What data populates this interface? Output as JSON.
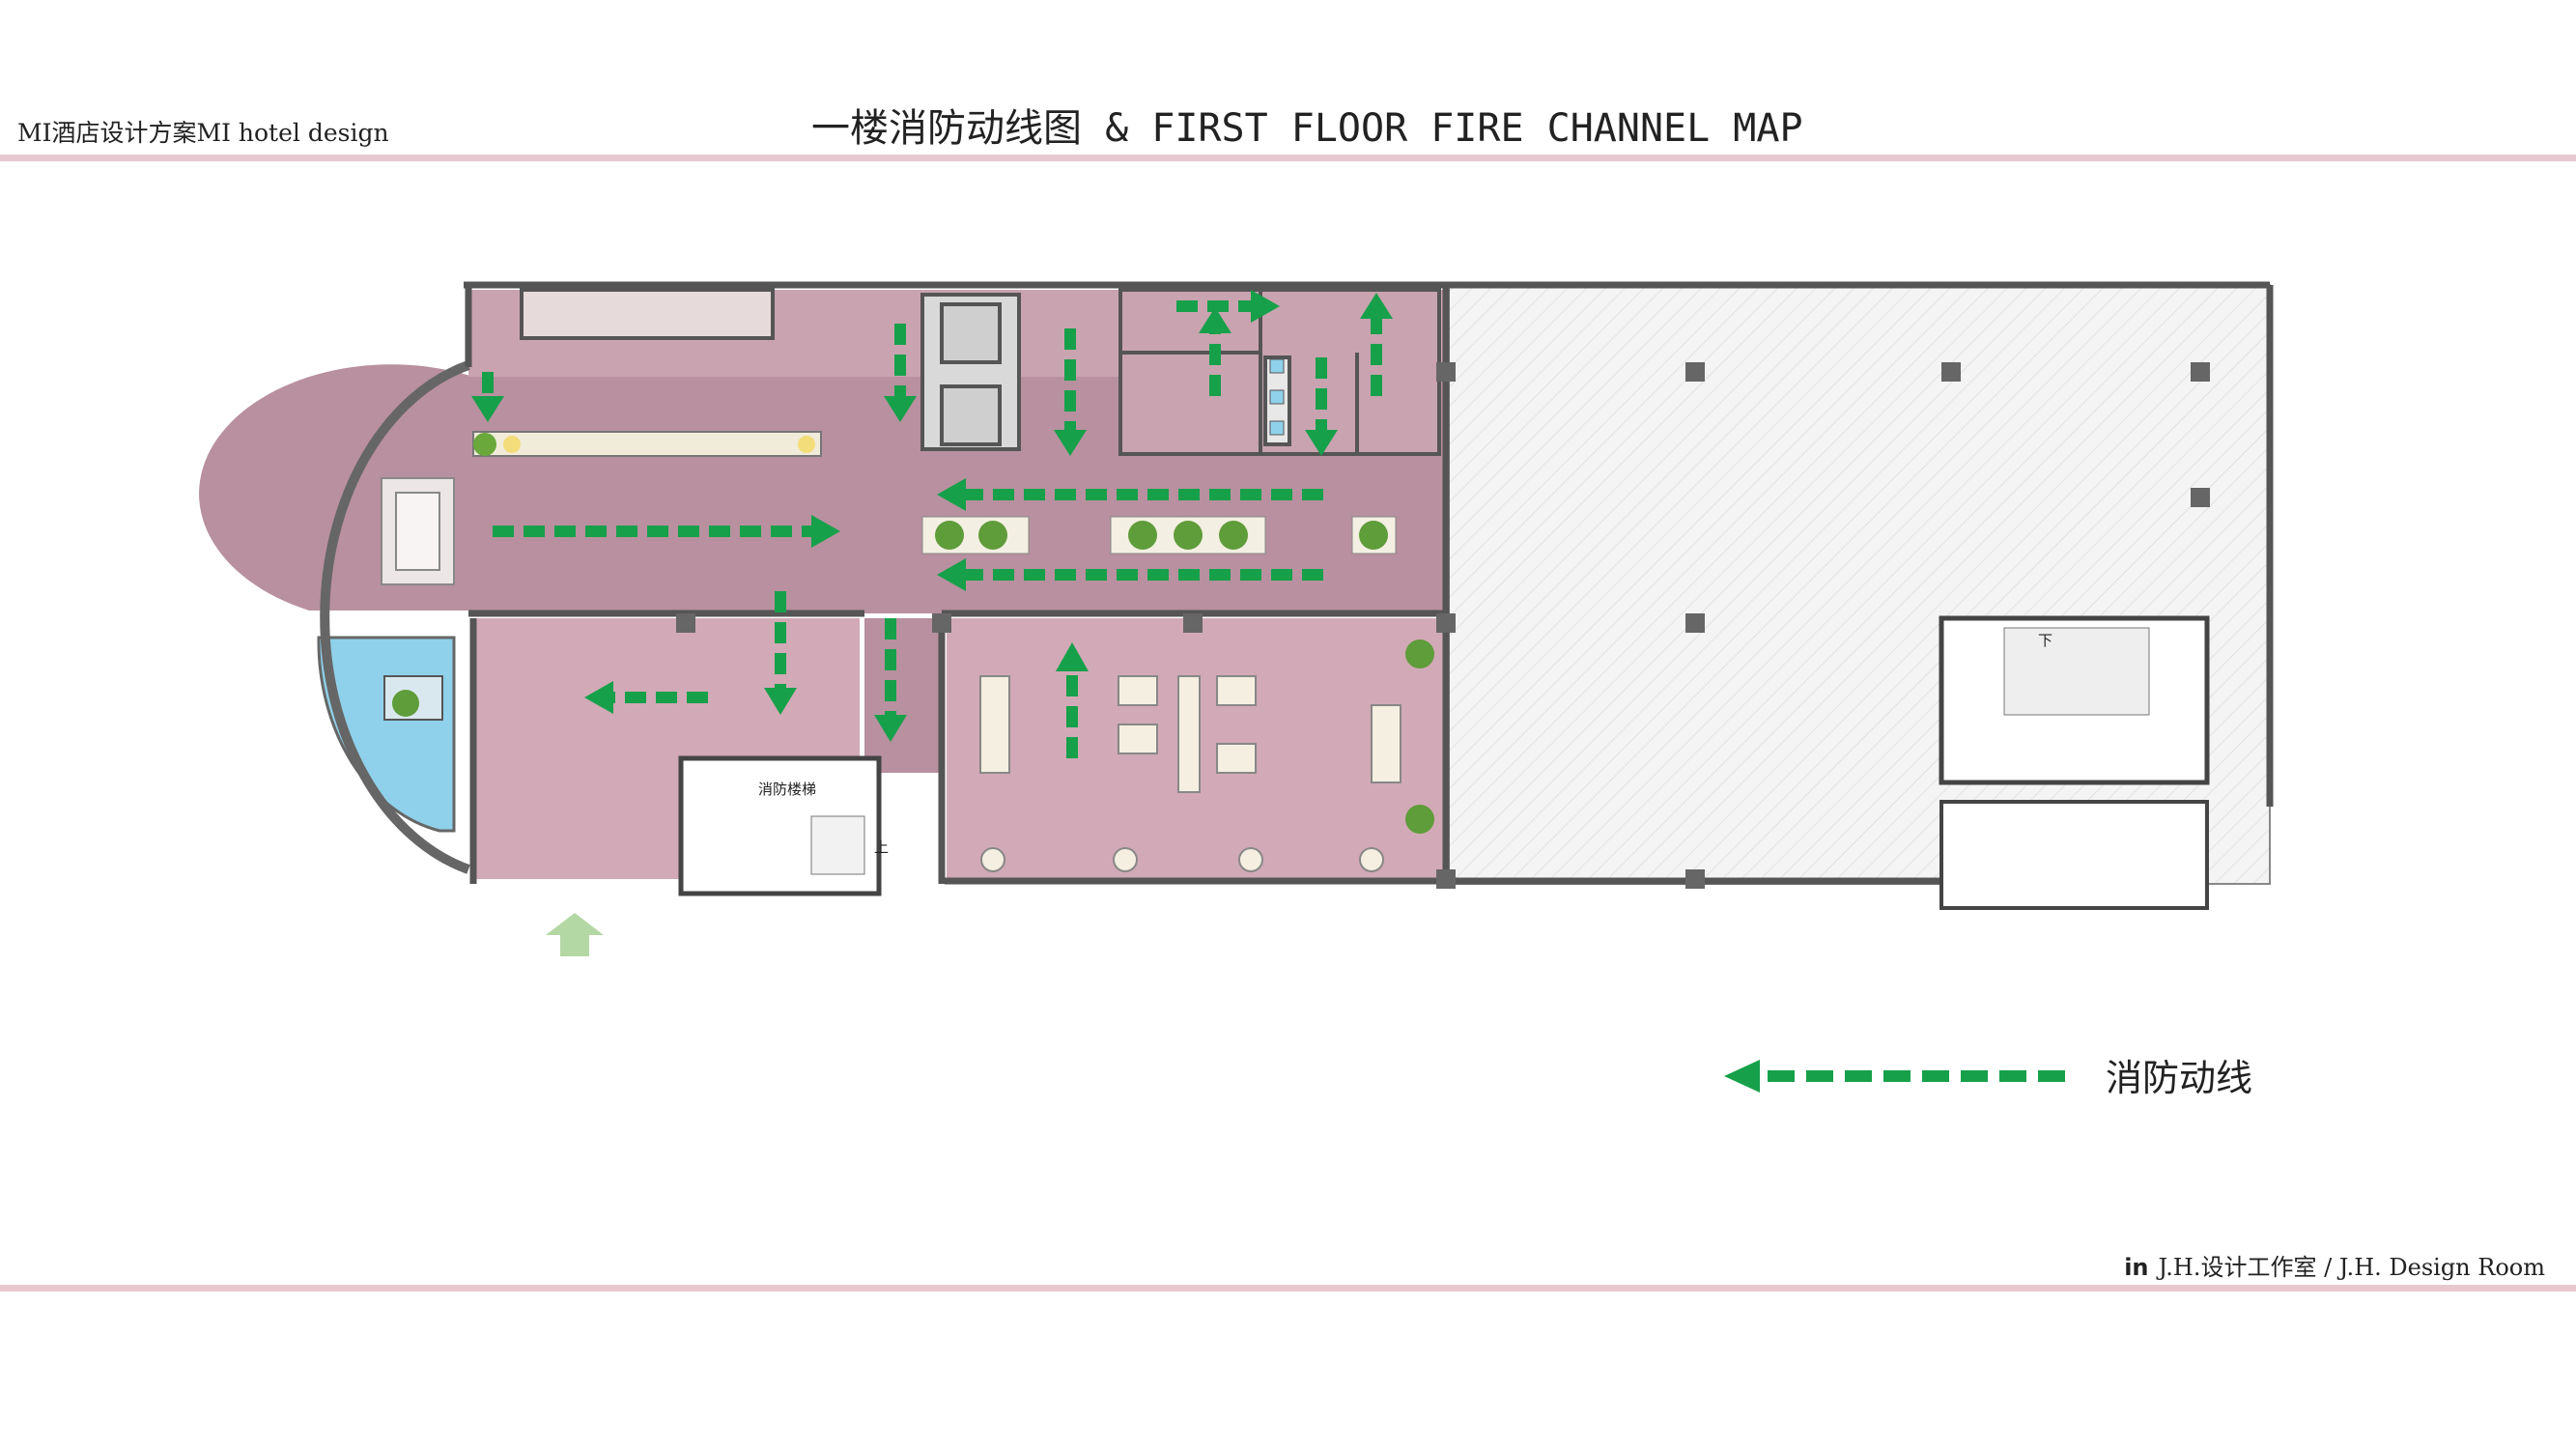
{
  "header": {
    "project": "MI酒店设计方案MI hotel design",
    "title": "一楼消防动线图 & FIRST FLOOR FIRE CHANNEL MAP"
  },
  "plan": {
    "stair_label": "消防楼梯",
    "stair_up_mark": "上",
    "stair_down_mark": "下",
    "colors": {
      "room_fill": "#c9a3b0",
      "corridor_fill": "#b8909f",
      "arrow": "#16a04a",
      "entry_arrow": "#b4d8a4",
      "pool": "#8fd1ea",
      "hatch_area": "#f2f2f2"
    }
  },
  "legend": {
    "label": "消防动线"
  },
  "footer": {
    "logo": "in",
    "text": "J.H.设计工作室 / J.H. Design Room"
  }
}
